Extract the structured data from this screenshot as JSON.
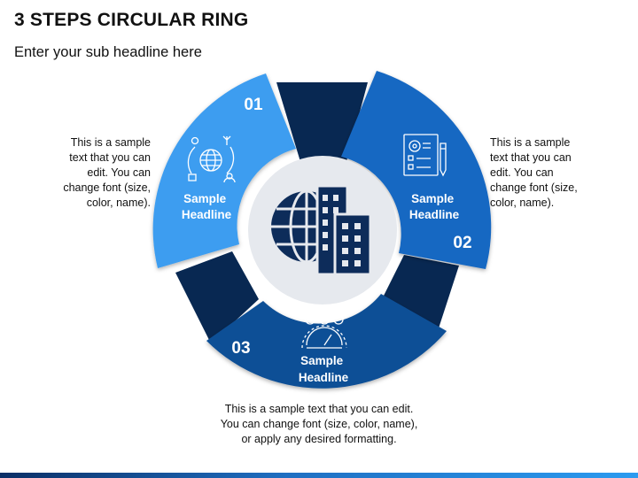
{
  "header": {
    "title": "3 STEPS CIRCULAR RING",
    "subtitle": "Enter your sub headline here"
  },
  "colors": {
    "step1": "#3d9df0",
    "step2": "#1767c2",
    "step3": "#0f4f96",
    "connector": "#082852",
    "hub": "#e6e9ee",
    "icon_dark": "#0d2c5a",
    "bar_start": "#0b2f66",
    "bar_end": "#2b9bf0"
  },
  "steps": [
    {
      "number": "01",
      "headline_line1": "Sample",
      "headline_line2": "Headline",
      "icon": "globe-network-icon",
      "note": "This is a sample\ntext that you can\nedit. You can\nchange font (size,\ncolor, name)."
    },
    {
      "number": "02",
      "headline_line1": "Sample",
      "headline_line2": "Headline",
      "icon": "checklist-document-icon",
      "note": "This is a sample\ntext that you can\nedit. You can\nchange font (size,\ncolor, name)."
    },
    {
      "number": "03",
      "headline_line1": "Sample",
      "headline_line2": "Headline",
      "icon": "gauge-finance-icon",
      "note": "This is a sample text that you can edit.\nYou can change font (size, color, name),\nor apply any desired formatting."
    }
  ],
  "center_icon": "globe-buildings-icon"
}
